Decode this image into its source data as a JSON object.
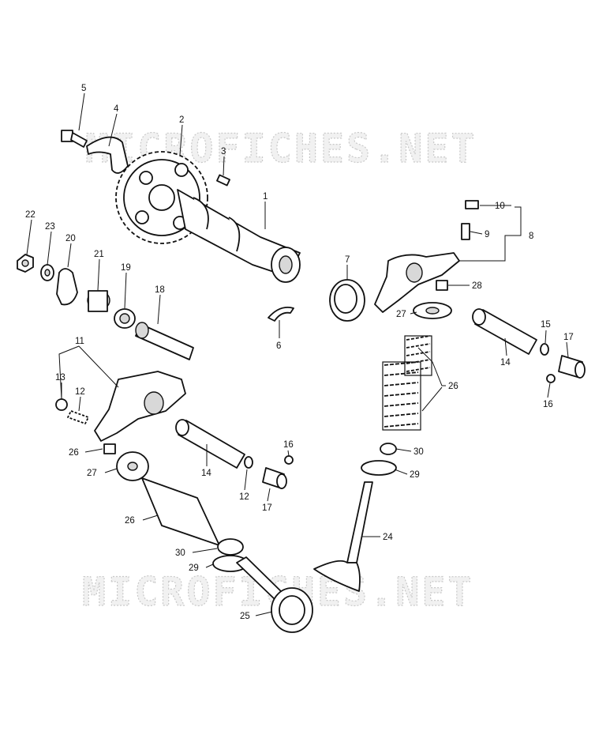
{
  "watermarks": [
    "MICROFICHES.NET",
    "MICROFICHES.NET"
  ],
  "callouts": {
    "n1": "1",
    "n2": "2",
    "n3": "3",
    "n4": "4",
    "n5": "5",
    "n6": "6",
    "n7": "7",
    "n8": "8",
    "n9": "9",
    "n10": "10",
    "n11": "11",
    "n12a": "12",
    "n12b": "12",
    "n13": "13",
    "n14a": "14",
    "n14b": "14",
    "n15": "15",
    "n16a": "16",
    "n16b": "16",
    "n17a": "17",
    "n17b": "17",
    "n18": "18",
    "n19": "19",
    "n20": "20",
    "n21": "21",
    "n22": "22",
    "n23": "23",
    "n24": "24",
    "n25": "25",
    "n26a": "26",
    "n26b": "26",
    "n26c": "26",
    "n27a": "27",
    "n27b": "27",
    "n28": "28",
    "n29a": "29",
    "n29b": "29",
    "n30a": "30",
    "n30b": "30"
  }
}
